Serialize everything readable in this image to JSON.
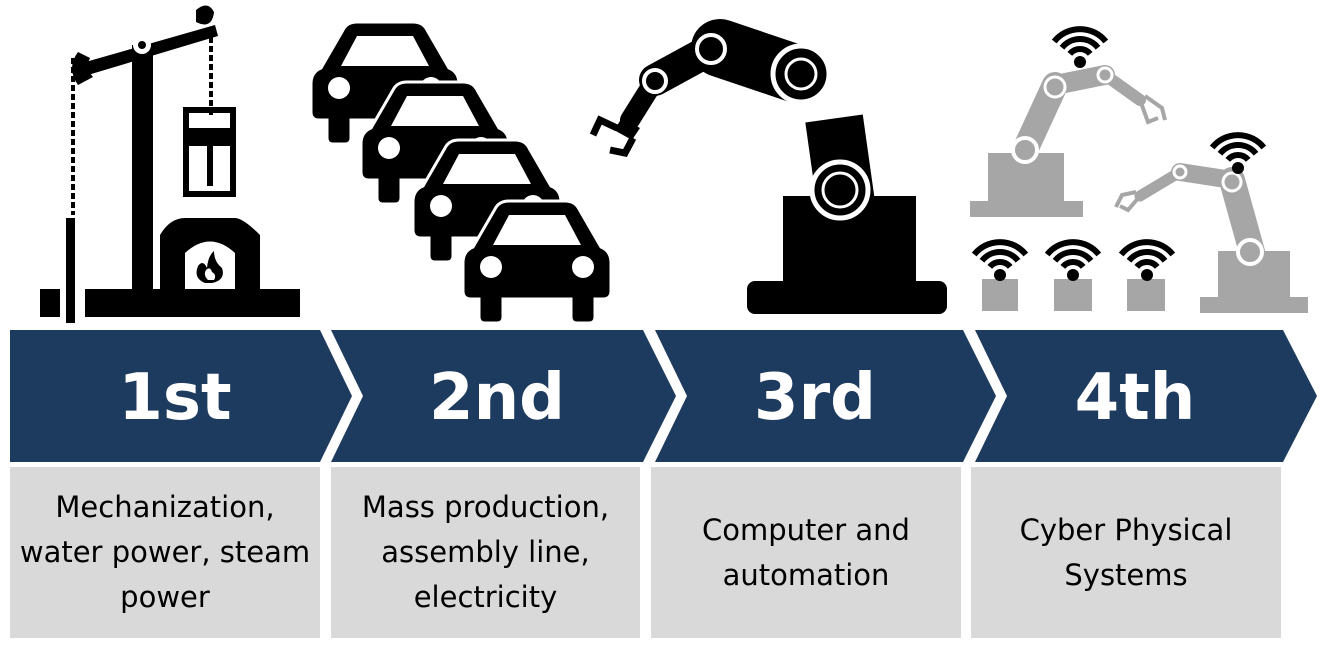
{
  "eras": [
    {
      "label": "1st",
      "description": "Mechanization,\nwater power, steam\npower",
      "icon": "steam-pump-icon"
    },
    {
      "label": "2nd",
      "description": "Mass production,\nassembly line,\nelectricity",
      "icon": "cars-assembly-line-icon"
    },
    {
      "label": "3rd",
      "description": "Computer and\nautomation",
      "icon": "robot-arm-icon"
    },
    {
      "label": "4th",
      "description": "Cyber Physical\nSystems",
      "icon": "connected-robots-icon"
    }
  ],
  "colors": {
    "banner": "#1d3a5f",
    "desc_bg": "#d9d9d9",
    "icon_dark": "#000000",
    "icon_gray": "#a6a6a6"
  }
}
